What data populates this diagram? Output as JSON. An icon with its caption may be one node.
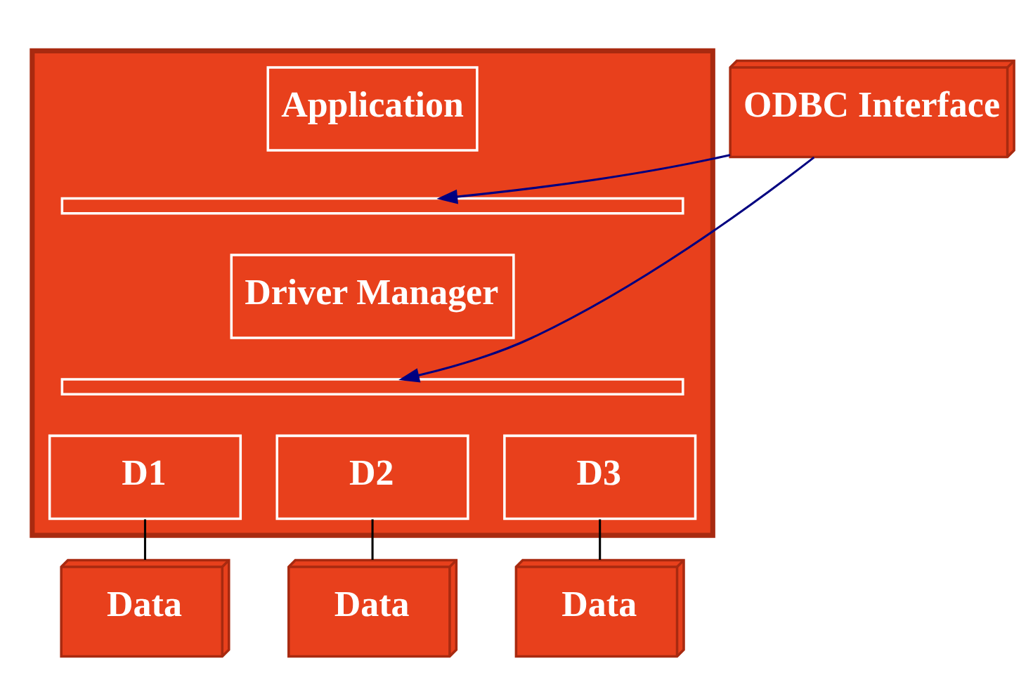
{
  "diagram": {
    "nodes": [
      {
        "text": [],
        "shape": "box"
      },
      {
        "text": [
          "Application"
        ],
        "in": 0
      },
      {
        "text": [],
        "shape": "bar",
        "in": 0
      },
      {
        "text": [
          "Driver Manager"
        ],
        "in": 0
      },
      {
        "text": [],
        "shape": "bar",
        "in": 0
      },
      {
        "text": [
          "D1"
        ],
        "in": 0
      },
      {
        "text": [
          "D2"
        ],
        "in": 0
      },
      {
        "text": [
          "D3"
        ],
        "in": 0
      },
      {
        "text": [
          "ODBC Interface"
        ]
      },
      {
        "text": [
          "Data"
        ]
      },
      {
        "text": [
          "Data"
        ]
      },
      {
        "text": [
          "Data"
        ]
      }
    ],
    "edges": [
      {
        "from": 8,
        "to": 2,
        "arrow": "to",
        "color": "#000080"
      },
      {
        "from": 8,
        "to": 4,
        "arrow": "to",
        "color": "#000080"
      },
      {
        "from": 5,
        "to": 9,
        "arrow": "none"
      },
      {
        "from": 6,
        "to": 10,
        "arrow": "none"
      },
      {
        "from": 7,
        "to": 11,
        "arrow": "none"
      }
    ]
  }
}
